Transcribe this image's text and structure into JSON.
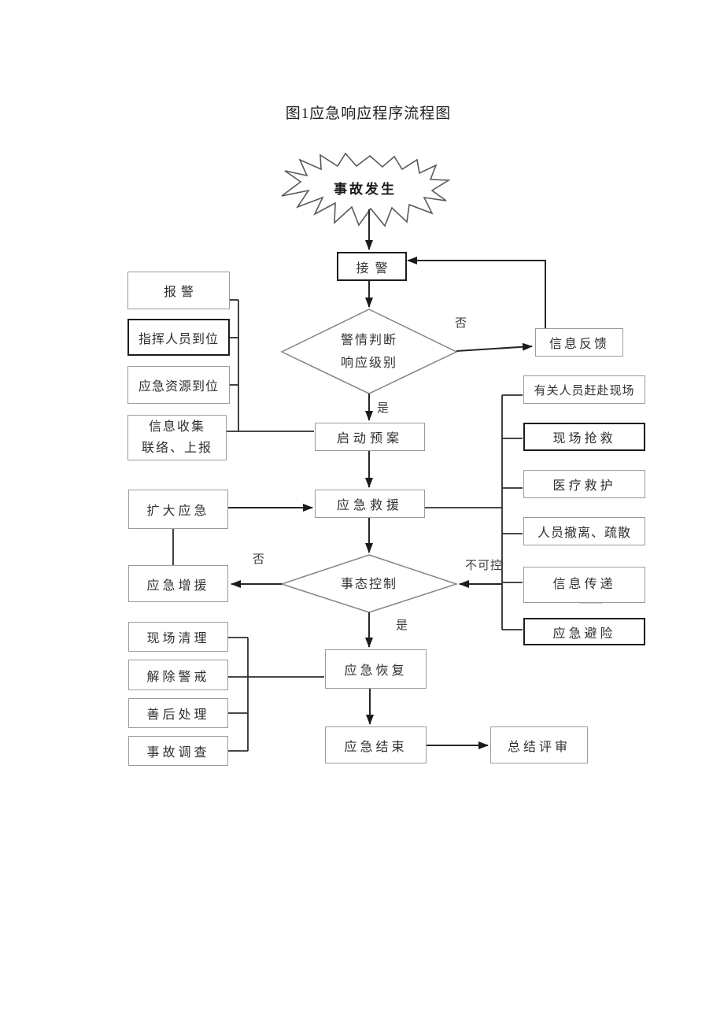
{
  "page": {
    "title": "图1应急响应程序流程图",
    "background": "#ffffff"
  },
  "colors": {
    "line": "#262626",
    "border_thin": "#9b9b9b",
    "border_thick": "#1c1c1c",
    "text": "#303030"
  },
  "labels": {
    "yes": "是",
    "no": "否",
    "uncontrollable": "不可控"
  },
  "nodes": {
    "accident": {
      "label": "事故发生"
    },
    "receive_alarm": {
      "label": "接警"
    },
    "alarm_judgment": {
      "label1": "警情判断",
      "label2": "响应级别"
    },
    "info_feedback": {
      "label": "信息反馈"
    },
    "report_alarm": {
      "label": "报警"
    },
    "commanders_in_place": {
      "label": "指挥人员到位"
    },
    "resources_in_place": {
      "label": "应急资源到位"
    },
    "info_collection": {
      "label1": "信息收集",
      "label2": "联络、上报"
    },
    "start_plan": {
      "label": "启动预案"
    },
    "emergency_rescue": {
      "label": "应急救援"
    },
    "expand_emergency": {
      "label": "扩大应急"
    },
    "emergency_reinforcement": {
      "label": "应急增援"
    },
    "situation_control": {
      "label": "事态控制"
    },
    "personnel_to_scene": {
      "label": "有关人员赶赴现场"
    },
    "site_rescue": {
      "label": "现场抢救"
    },
    "medical_aid": {
      "label": "医疗救护"
    },
    "evacuation": {
      "label": "人员撤离、疏散"
    },
    "info_transmission": {
      "label": "信息传递"
    },
    "emergency_avoidance": {
      "label": "应急避险"
    },
    "site_cleanup": {
      "label": "现场清理"
    },
    "lift_alert": {
      "label": "解除警戒"
    },
    "aftermath": {
      "label": "善后处理"
    },
    "accident_investigation": {
      "label": "事故调查"
    },
    "emergency_recovery": {
      "label": "应急恢复"
    },
    "emergency_end": {
      "label": "应急结束"
    },
    "summary_review": {
      "label": "总结评审"
    }
  },
  "edges": [
    {
      "from": "accident",
      "to": "receive_alarm"
    },
    {
      "from": "receive_alarm",
      "to": "alarm_judgment"
    },
    {
      "from": "alarm_judgment",
      "to": "info_feedback",
      "label": "否"
    },
    {
      "from": "info_feedback",
      "to": "receive_alarm"
    },
    {
      "from": "alarm_judgment",
      "to": "start_plan",
      "label": "是"
    },
    {
      "from": "report_alarm,commanders_in_place,resources_in_place,info_collection",
      "to": "start_plan"
    },
    {
      "from": "start_plan",
      "to": "emergency_rescue"
    },
    {
      "from": "expand_emergency",
      "to": "emergency_rescue"
    },
    {
      "from": "expand_emergency",
      "to": "emergency_reinforcement"
    },
    {
      "from": "emergency_rescue",
      "to": "personnel_to_scene,site_rescue,medical_aid,evacuation,info_transmission,emergency_avoidance"
    },
    {
      "from": "emergency_rescue",
      "to": "situation_control"
    },
    {
      "from": "right_action_group",
      "to": "situation_control",
      "label": "不可控"
    },
    {
      "from": "situation_control",
      "to": "emergency_reinforcement",
      "label": "否"
    },
    {
      "from": "situation_control",
      "to": "emergency_recovery",
      "label": "是"
    },
    {
      "from": "site_cleanup,lift_alert,aftermath,accident_investigation",
      "to": "emergency_recovery"
    },
    {
      "from": "emergency_recovery",
      "to": "emergency_end"
    },
    {
      "from": "emergency_end",
      "to": "summary_review"
    }
  ]
}
